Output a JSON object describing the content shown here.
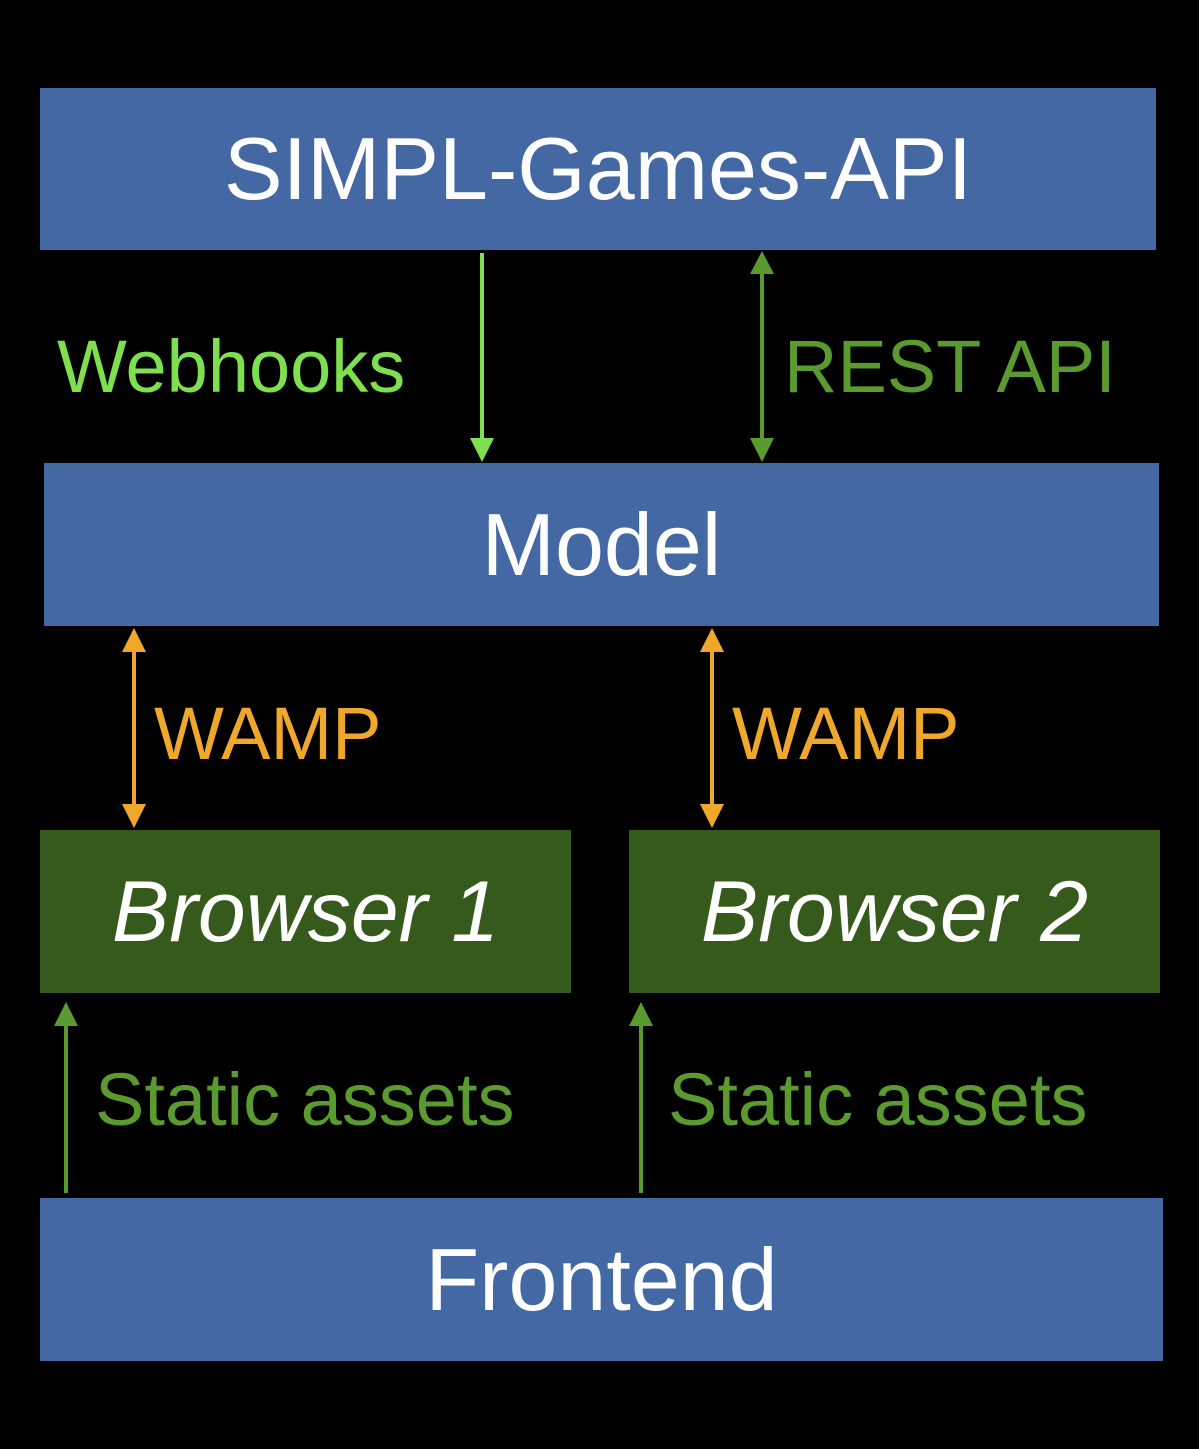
{
  "boxes": {
    "api": "SIMPL-Games-API",
    "model": "Model",
    "browser1": "Browser 1",
    "browser2": "Browser 2",
    "frontend": "Frontend"
  },
  "labels": {
    "webhooks": "Webhooks",
    "rest_api": "REST API",
    "wamp1": "WAMP",
    "wamp2": "WAMP",
    "static1": "Static assets",
    "static2": "Static assets"
  },
  "colors": {
    "background": "#000000",
    "box_blue": "#4468a3",
    "box_green": "#355a1b",
    "webhooks": "#7ee04f",
    "rest_api": "#5a9a2e",
    "wamp": "#f0a82c",
    "static_assets": "#5a9a2e"
  }
}
